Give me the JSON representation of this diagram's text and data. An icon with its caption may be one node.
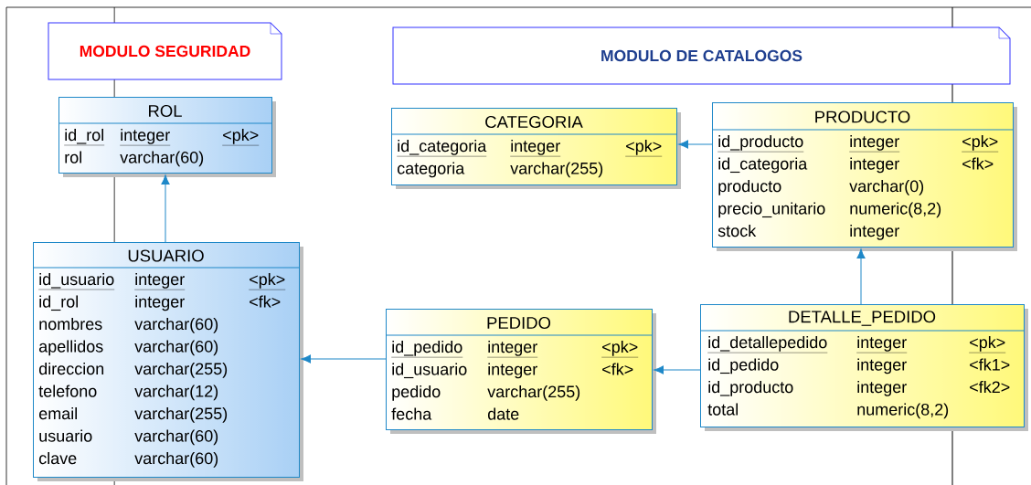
{
  "diagram": {
    "nodes": [
      {
        "text": [
          "MODULO SEGURIDAD"
        ]
      },
      {
        "text": [
          "MODULO DE CATALOGOS"
        ]
      },
      {
        "text": [
          "ROL",
          "id_rol",
          "integer",
          "<pk>",
          "rol",
          "varchar(60)"
        ]
      },
      {
        "text": [
          "CATEGORIA",
          "id_categoria",
          "integer",
          "<pk>",
          "categoria",
          "varchar(255)"
        ]
      },
      {
        "text": [
          "PRODUCTO",
          "id_producto",
          "integer",
          "<pk>",
          "id_categoria",
          "integer",
          "<fk>",
          "producto",
          "varchar(0)",
          "precio_unitario",
          "numeric(8,2)",
          "stock",
          "integer"
        ]
      },
      {
        "text": [
          "USUARIO",
          "id_usuario",
          "integer",
          "<pk>",
          "id_rol",
          "integer",
          "<fk>",
          "nombres",
          "varchar(60)",
          "apellidos",
          "varchar(60)",
          "direccion",
          "varchar(255)",
          "telefono",
          "varchar(12)",
          "email",
          "varchar(255)",
          "usuario",
          "varchar(60)",
          "clave",
          "varchar(60)"
        ]
      },
      {
        "text": [
          "PEDIDO",
          "id_pedido",
          "integer",
          "<pk>",
          "id_usuario",
          "integer",
          "<fk>",
          "pedido",
          "varchar(255)",
          "fecha",
          "date"
        ]
      },
      {
        "text": [
          "DETALLE_PEDIDO",
          "id_detallepedido",
          "integer",
          "<pk>",
          "id_pedido",
          "integer",
          "<fk1>",
          "id_producto",
          "integer",
          "<fk2>",
          "total",
          "numeric(8,2)"
        ]
      }
    ],
    "edges": [
      {
        "from": 5,
        "to": 2,
        "arrow": "to"
      },
      {
        "from": 4,
        "to": 3,
        "arrow": "to"
      },
      {
        "from": 7,
        "to": 4,
        "arrow": "to"
      },
      {
        "from": 6,
        "to": 5,
        "arrow": "to"
      },
      {
        "from": 7,
        "to": 6,
        "arrow": "to"
      }
    ]
  }
}
